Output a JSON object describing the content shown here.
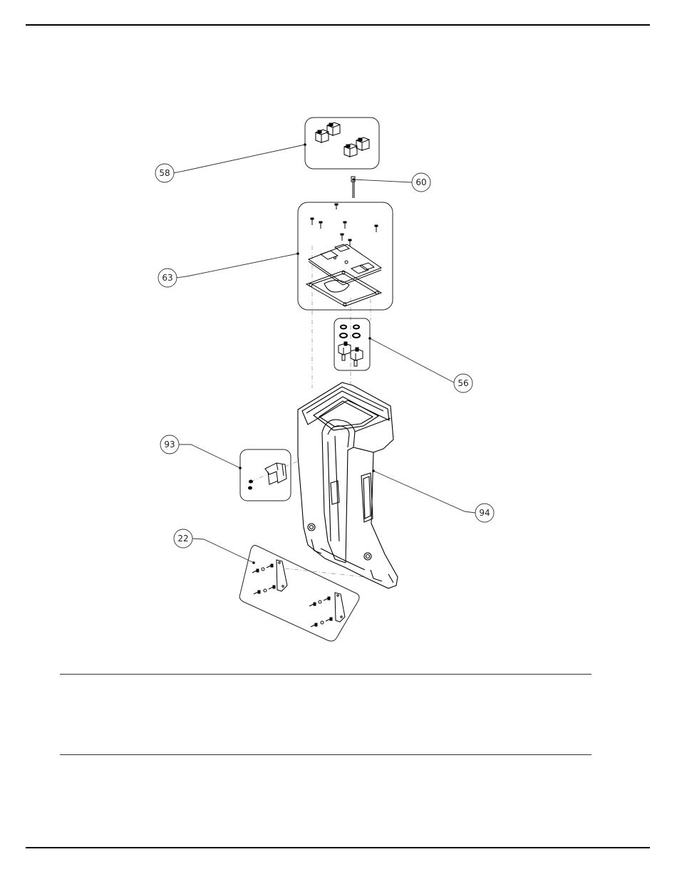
{
  "callouts": {
    "c58": "58",
    "c60": "60",
    "c63": "63",
    "c56": "56",
    "c93": "93",
    "c94": "94",
    "c22": "22"
  },
  "colors": {
    "line": "#000000",
    "leader": "#222222",
    "background": "#ffffff"
  }
}
